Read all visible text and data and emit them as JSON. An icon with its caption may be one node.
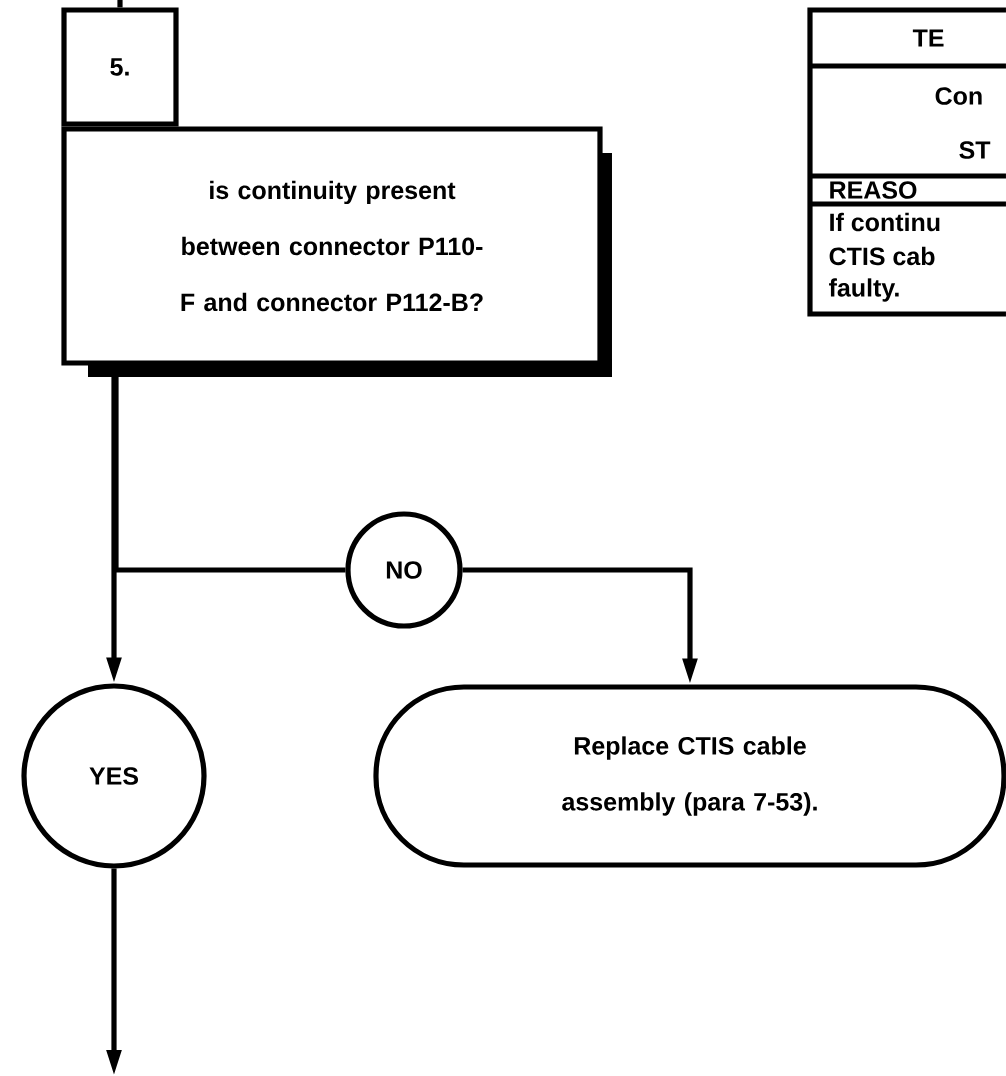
{
  "diagram": {
    "nodes": [
      {
        "text": [
          "5."
        ]
      },
      {
        "text": [
          "is continuity present between connector P110-F and connector P112-B?"
        ]
      },
      {
        "text": [
          "NO"
        ]
      },
      {
        "text": [
          "YES"
        ]
      },
      {
        "text": [
          "Replace CTIS cable assembly (para 7-53)."
        ]
      }
    ],
    "edges": [
      {
        "from": null,
        "to": 0,
        "arrow": "none"
      },
      {
        "from": 1,
        "to": 3,
        "arrow": "to"
      },
      {
        "from": 1,
        "to": 2,
        "arrow": "none"
      },
      {
        "from": 2,
        "to": 4,
        "arrow": "to"
      },
      {
        "from": 3,
        "to": null,
        "arrow": "to"
      }
    ],
    "labels": [
      "TE",
      "Con",
      "ST",
      "REASO",
      "If continu",
      "CTIS cab",
      "faulty."
    ]
  }
}
